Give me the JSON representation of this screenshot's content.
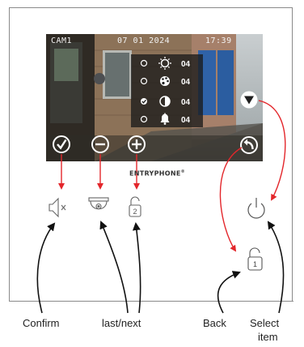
{
  "screen": {
    "camera_label": "CAM1",
    "date": "07 01 2024",
    "time": "17:39"
  },
  "menu": {
    "rows": [
      {
        "icon": "brightness-icon",
        "value": "04",
        "selected": false
      },
      {
        "icon": "color-palette-icon",
        "value": "04",
        "selected": false
      },
      {
        "icon": "contrast-icon",
        "value": "04",
        "selected": true
      },
      {
        "icon": "bell-icon",
        "value": "04",
        "selected": false
      }
    ]
  },
  "brand": {
    "name": "ENTRYPHONE",
    "mark": "®"
  },
  "buttons": {
    "confirm_icon": "check-circle-icon",
    "minus_icon": "minus-circle-icon",
    "plus_icon": "plus-circle-icon",
    "down_icon": "down-triangle-icon",
    "back_icon": "back-arrow-icon"
  },
  "hardware": {
    "key1_number": "1",
    "key2_number": "2"
  },
  "captions": {
    "confirm": "Confirm",
    "last_next": "last/next",
    "back": "Back",
    "select_line1": "Select",
    "select_line2": "item"
  },
  "colors": {
    "arrow_red": "#e3262b",
    "arrow_black": "#111111",
    "osd_white": "#ffffff"
  }
}
